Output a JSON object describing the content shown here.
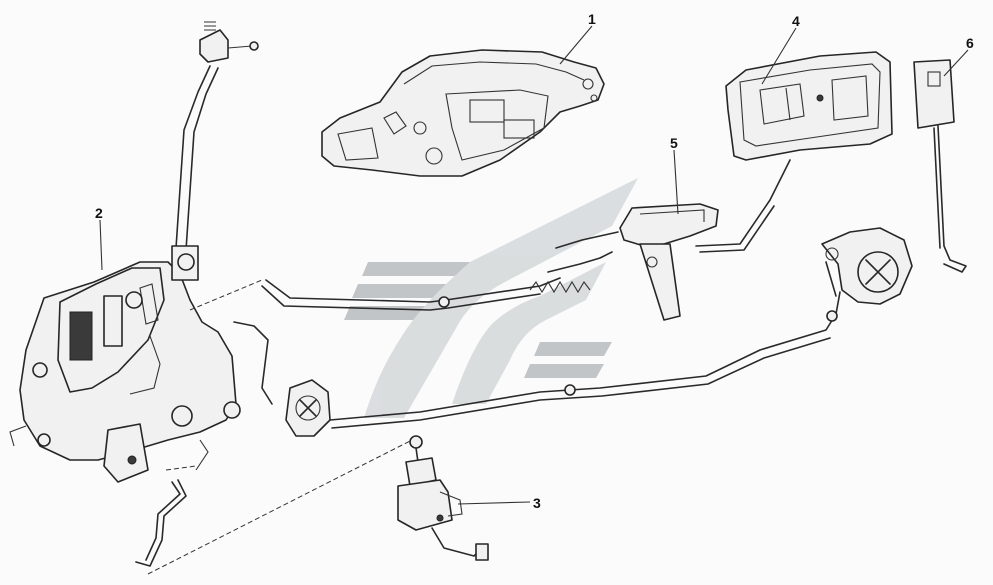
{
  "callouts": [
    {
      "id": "1",
      "label": "1"
    },
    {
      "id": "2",
      "label": "2"
    },
    {
      "id": "3",
      "label": "3"
    },
    {
      "id": "4",
      "label": "4"
    },
    {
      "id": "5",
      "label": "5"
    },
    {
      "id": "6",
      "label": "6"
    }
  ],
  "colors": {
    "line": "#2a2a2a",
    "watermark_dark": "#b9bcbe",
    "watermark_light": "#d4d8da",
    "background": "#fbfbfb"
  }
}
